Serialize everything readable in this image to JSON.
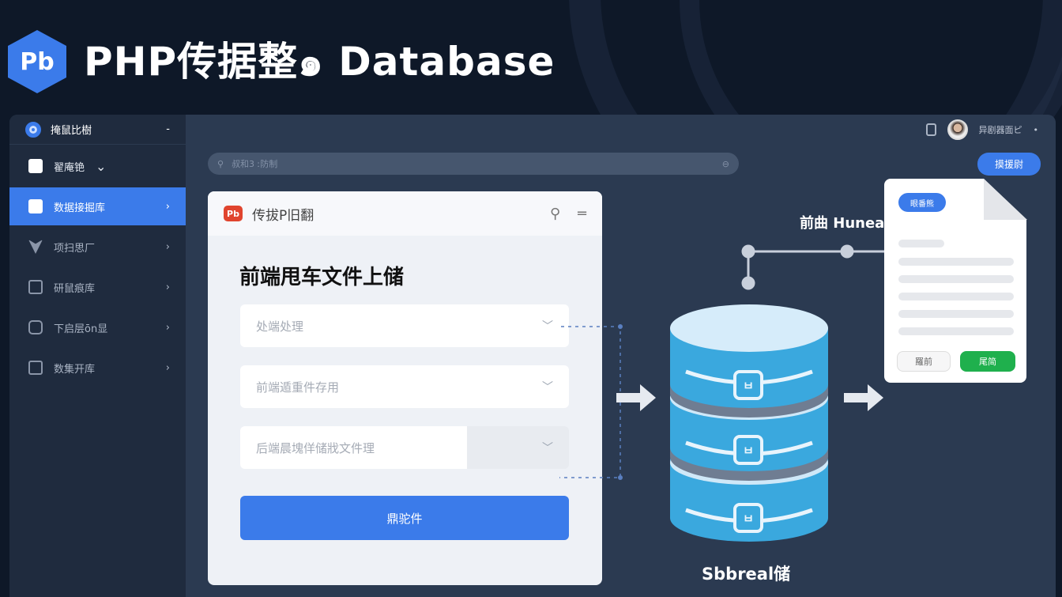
{
  "hero": {
    "logo": "Pb",
    "title": "PHP传据整๑ Database"
  },
  "sidebar": {
    "header": "掩鼠比樹",
    "header_menu": "-",
    "items": [
      {
        "label": "翟庵铯",
        "icon": "robot-icon",
        "chevron": "⌄"
      },
      {
        "label": "数据接掘库",
        "icon": "image-icon",
        "chevron": "›"
      },
      {
        "label": "项扫思厂",
        "icon": "fox-icon",
        "chevron": "›"
      },
      {
        "label": "研鼠痕库",
        "icon": "document-icon",
        "chevron": "›"
      },
      {
        "label": "下启层ōn显",
        "icon": "square-icon",
        "chevron": "›"
      },
      {
        "label": "数集开库",
        "icon": "image-icon",
        "chevron": "›"
      }
    ]
  },
  "topbar": {
    "user_name": "异剧器面ピ",
    "user_menu": "•"
  },
  "search": {
    "placeholder": "叔和3 ː防制"
  },
  "top_button": "摸援尉",
  "card": {
    "logo": "Pb",
    "title": "传拔P旧翻",
    "heading": "前端甩车文件上储",
    "fields": [
      "处端处理",
      "前端遁重件存用",
      "后端晨塊佯储戕文件理"
    ],
    "submit": "鼎驼件"
  },
  "diagram": {
    "top_label": "前曲 Hunea",
    "db_label": "Sbbreal储",
    "db_glyph": "ㅂ",
    "doc": {
      "badge": "眼番熊",
      "cancel": "羅前",
      "confirm": "尾简"
    }
  },
  "colors": {
    "accent": "#3b7bea",
    "db": "#3aa8de",
    "confirm": "#1fb04d",
    "logo_red": "#e0442e"
  }
}
